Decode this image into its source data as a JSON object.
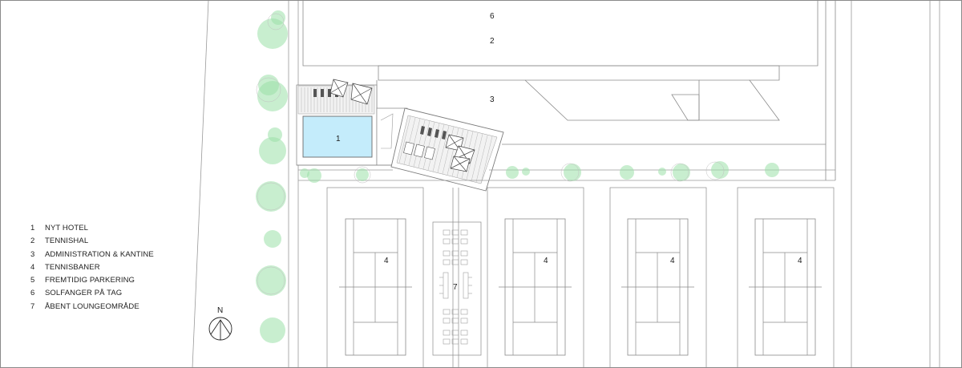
{
  "legend": [
    {
      "num": "1",
      "label": "NYT HOTEL"
    },
    {
      "num": "2",
      "label": "TENNISHAL"
    },
    {
      "num": "3",
      "label": "ADMINISTRATION & KANTINE"
    },
    {
      "num": "4",
      "label": "TENNISBANER"
    },
    {
      "num": "5",
      "label": "FREMTIDIG PARKERING"
    },
    {
      "num": "6",
      "label": "SOLFANGER PÅ TAG"
    },
    {
      "num": "7",
      "label": "ÅBENT LOUNGEOMRÅDE"
    }
  ],
  "plan_labels": {
    "roof_collector": "6",
    "tennis_hall": "2",
    "admin": "3",
    "hotel": "1",
    "court_1": "4",
    "court_2": "4",
    "court_3": "4",
    "court_4": "4",
    "lounge": "7"
  },
  "north": "N",
  "colors": {
    "pool": "#c4ecfb",
    "tree": "#9be0a8",
    "line": "#7a7a7a"
  }
}
